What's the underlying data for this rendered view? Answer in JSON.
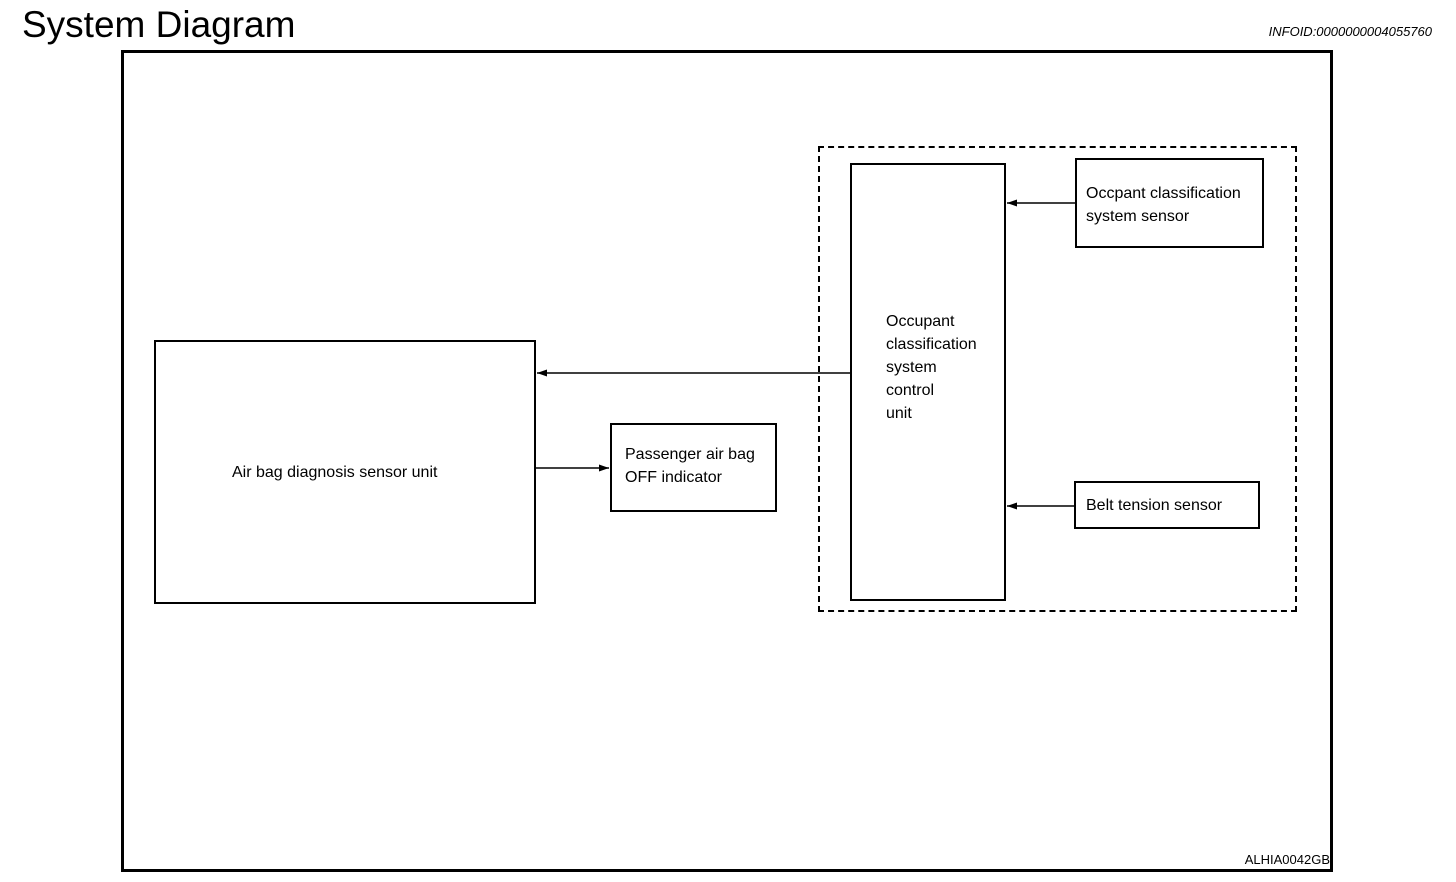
{
  "header": {
    "title": "System Diagram",
    "info_id": "INFOID:0000000004055760"
  },
  "diagram": {
    "figure_code": "ALHIA0042GB",
    "nodes": {
      "airbag_unit": {
        "lines": [
          "Air bag diagnosis sensor unit"
        ]
      },
      "off_indicator": {
        "lines": [
          "Passenger air bag",
          "OFF indicator"
        ]
      },
      "control_unit": {
        "lines": [
          "Occupant",
          "classification",
          "system",
          "control",
          "unit"
        ]
      },
      "occupant_sensor": {
        "lines": [
          "Occpant classification",
          "system sensor"
        ]
      },
      "belt_sensor": {
        "lines": [
          "Belt tension sensor"
        ]
      }
    },
    "connections": [
      {
        "from": "occupant_sensor",
        "to": "control_unit"
      },
      {
        "from": "belt_sensor",
        "to": "control_unit"
      },
      {
        "from": "control_unit",
        "to": "airbag_unit"
      },
      {
        "from": "airbag_unit",
        "to": "off_indicator"
      }
    ]
  }
}
